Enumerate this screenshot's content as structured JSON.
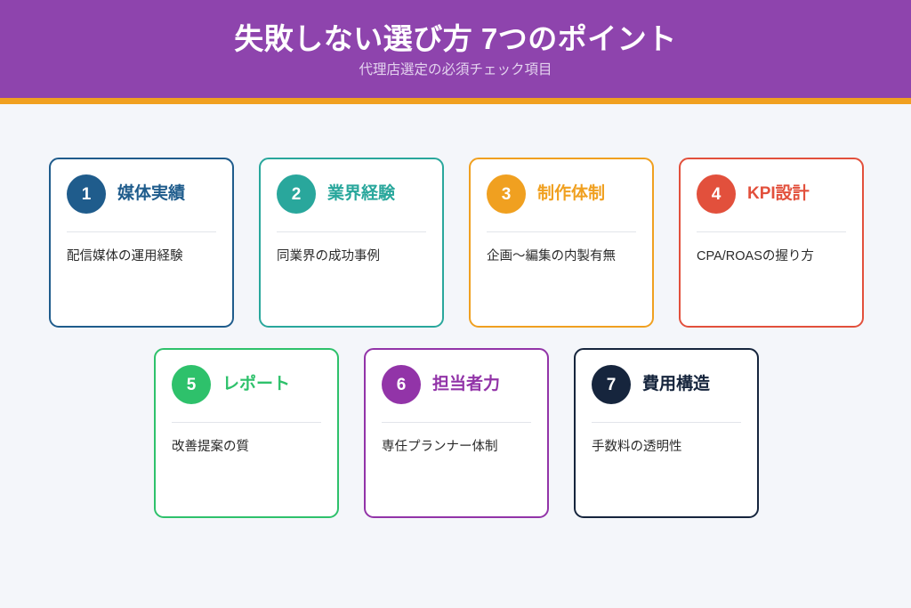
{
  "header": {
    "title": "失敗しない選び方 7つのポイント",
    "subtitle": "代理店選定の必須チェック項目",
    "background_color": "#8e44ad",
    "rule_color": "#f0a020",
    "title_color": "#ffffff",
    "subtitle_color": "#e4d3ef"
  },
  "canvas": {
    "background_color": "#f4f6fa"
  },
  "cards": [
    {
      "number": "1",
      "title": "媒体実績",
      "body": "配信媒体の運用経験",
      "color": "#1f5c8c"
    },
    {
      "number": "2",
      "title": "業界経験",
      "body": "同業界の成功事例",
      "color": "#29a79c"
    },
    {
      "number": "3",
      "title": "制作体制",
      "body": "企画〜編集の内製有無",
      "color": "#f0a020"
    },
    {
      "number": "4",
      "title": "KPI設計",
      "body": "CPA/ROASの握り方",
      "color": "#e2503c"
    },
    {
      "number": "5",
      "title": "レポート",
      "body": "改善提案の質",
      "color": "#2ec16b"
    },
    {
      "number": "6",
      "title": "担当者力",
      "body": "専任プランナー体制",
      "color": "#9234a8"
    },
    {
      "number": "7",
      "title": "費用構造",
      "body": "手数料の透明性",
      "color": "#16253d"
    }
  ]
}
